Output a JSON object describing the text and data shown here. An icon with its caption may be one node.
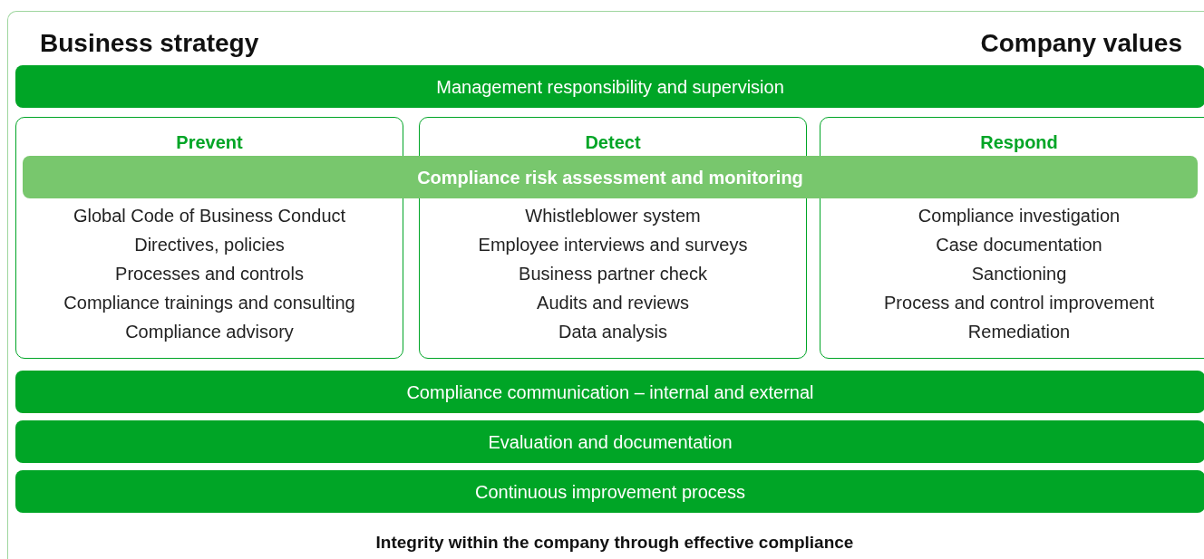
{
  "diagram": {
    "nodes": [
      {
        "text": [
          "Business strategy",
          "Company values",
          "Integrity within the company through effective compliance"
        ]
      },
      {
        "text": [
          "Management responsibility and supervision"
        ],
        "in": 0
      },
      {
        "text": [
          "Prevent",
          "Global Code of Business Conduct",
          "Directives, policies",
          "Processes and controls",
          "Compliance trainings and consulting",
          "Compliance advisory"
        ],
        "in": 0
      },
      {
        "text": [
          "Detect",
          "Whistleblower system",
          "Employee interviews and surveys",
          "Business partner check",
          "Audits and reviews",
          "Data analysis"
        ],
        "in": 0
      },
      {
        "text": [
          "Respond",
          "Compliance investigation",
          "Case documentation",
          "Sanctioning",
          "Process and control improvement",
          "Remediation"
        ],
        "in": 0
      },
      {
        "text": [
          "Compliance risk assessment and monitoring"
        ],
        "in": 0
      },
      {
        "text": [
          "Compliance communication – internal and external"
        ],
        "in": 0
      },
      {
        "text": [
          "Evaluation and documentation"
        ],
        "in": 0
      },
      {
        "text": [
          "Continuous improvement process"
        ],
        "in": 0
      }
    ]
  }
}
